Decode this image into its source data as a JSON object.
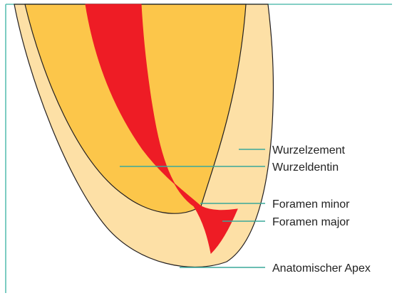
{
  "diagram": {
    "colors": {
      "frame": "#5bbfb2",
      "leader": "#3aa89a",
      "cementum": "#fde0a6",
      "dentin": "#fcc64a",
      "pulp": "#ee1c25",
      "outline": "#231f20"
    },
    "labels": {
      "cementum": "Wurzelzement",
      "dentin": "Wurzeldentin",
      "foramen_minor": "Foramen minor",
      "foramen_major": "Foramen major",
      "apex": "Anatomischer Apex"
    }
  }
}
